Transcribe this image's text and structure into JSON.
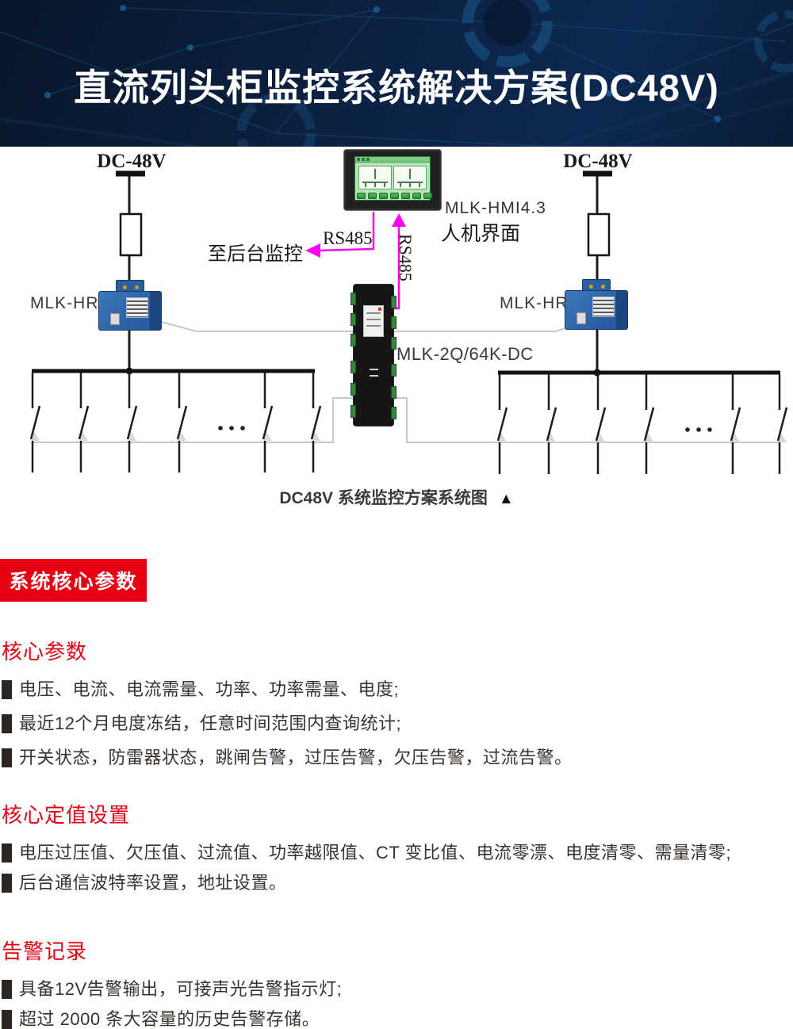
{
  "header": {
    "title": "直流列头柜监控系统解决方案(DC48V)",
    "bg_color": "#0c2142",
    "title_color": "#ffffff"
  },
  "diagram": {
    "caption": "DC48V 系统监控方案系统图",
    "caption_marker": "▲",
    "left_feed_label": "DC-48V",
    "right_feed_label": "DC-48V",
    "hmi_model": "MLK-HMI4.3",
    "hmi_name": "人机界面",
    "to_backend_label": "至后台监控",
    "rs485_horizontal": "RS485",
    "rs485_vertical": "RS485",
    "left_sensor_label": "MLK-HR",
    "right_sensor_label": "MLK-HR",
    "controller_label": "MLK-2Q/64K-DC",
    "colors": {
      "rs485_wire": "#ff00f0",
      "signal_wire": "#c8c8c8",
      "power_line": "#1d1d1d",
      "sensor_blue": "#2e63a8"
    }
  },
  "badge": {
    "label": "系统核心参数",
    "bg_color": "#e60012",
    "text_color": "#ffffff"
  },
  "sections": [
    {
      "heading": "核心参数",
      "items": [
        "电压、电流、电流需量、功率、功率需量、电度;",
        "最近12个月电度冻结，任意时间范围内查询统计;",
        "开关状态，防雷器状态，跳闸告警，过压告警，欠压告警，过流告警。"
      ]
    },
    {
      "heading": "核心定值设置",
      "items": [
        "电压过压值、欠压值、过流值、功率越限值、CT 变比值、电流零漂、电度清零、需量清零;",
        "后台通信波特率设置，地址设置。"
      ]
    },
    {
      "heading": "告警记录",
      "items": [
        "具备12V告警输出，可接声光告警指示灯;",
        "超过 2000 条大容量的历史告警存储。"
      ]
    }
  ]
}
